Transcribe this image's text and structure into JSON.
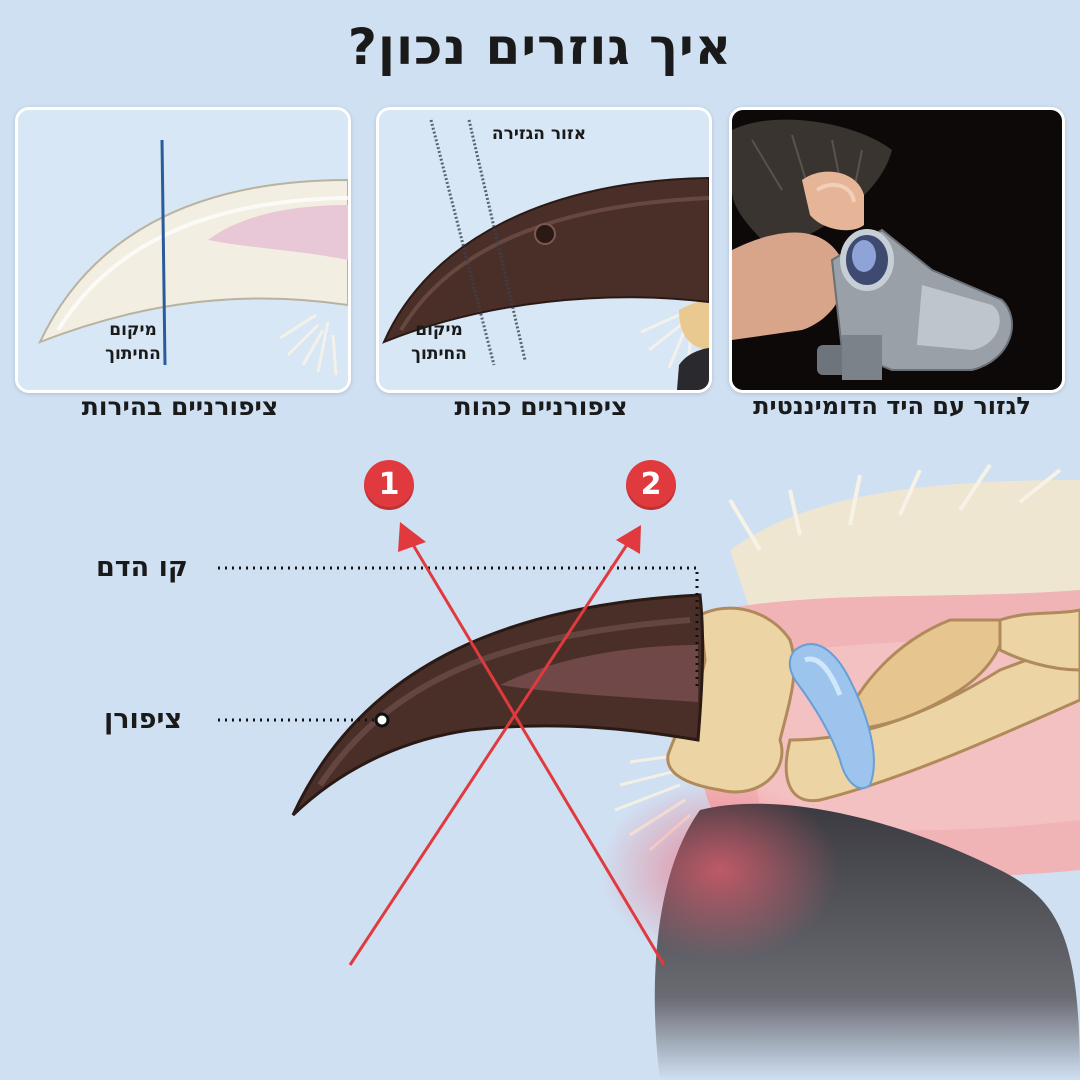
{
  "title": "איך גוזרים נכון?",
  "panels": [
    {
      "caption": "ציפורניים בהירות",
      "cut_label_line1": "מיקום",
      "cut_label_line2": "החיתוך"
    },
    {
      "caption": "ציפורניים כהות",
      "zone_label": "אזור הגזירה",
      "cut_label_line1": "מיקום",
      "cut_label_line2": "החיתוך"
    },
    {
      "caption": "לגזור עם היד הדומיננטית"
    }
  ],
  "main": {
    "label_blood_line": "קו הדם",
    "label_nail": "ציפורן",
    "badge_1": "1",
    "badge_2": "2"
  },
  "colors": {
    "background": "#cfe0f2",
    "accent_red": "#e03a3e",
    "nail_dark": "#4a2f28",
    "nail_light": "#f2efe2",
    "quick_pink": "#e8c7d6",
    "bone": "#ecd4a4",
    "cartilage_blue": "#9cc4ec"
  }
}
